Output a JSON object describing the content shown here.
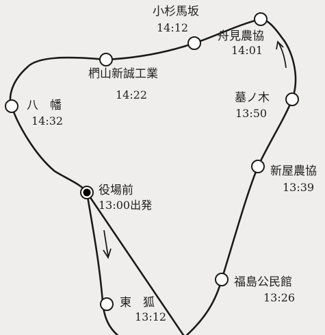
{
  "stops": [
    {
      "id": "yakubamae",
      "name": "役場前",
      "time": "13:00出発",
      "start": true
    },
    {
      "id": "higashigitsune",
      "name": "東　狐",
      "time": "13:12"
    },
    {
      "id": "fukushima",
      "name": "福島公民館",
      "time": "13:26"
    },
    {
      "id": "niiya",
      "name": "新屋農協",
      "time": "13:39"
    },
    {
      "id": "haka",
      "name": "墓ノ木",
      "time": "13:50"
    },
    {
      "id": "funami",
      "name": "舟見農協",
      "time": "14:01"
    },
    {
      "id": "kosugi",
      "name": "小杉馬坂",
      "time": "14:12"
    },
    {
      "id": "kuriyama",
      "name": "椚山新誠工業",
      "time": "14:22"
    },
    {
      "id": "yawata",
      "name": "八　幡",
      "time": "14:32"
    }
  ],
  "colors": {
    "line": "#1a1a1a",
    "stop_fill": "#ffffff",
    "start_fill": "#000000",
    "paper": "#efeeec"
  }
}
